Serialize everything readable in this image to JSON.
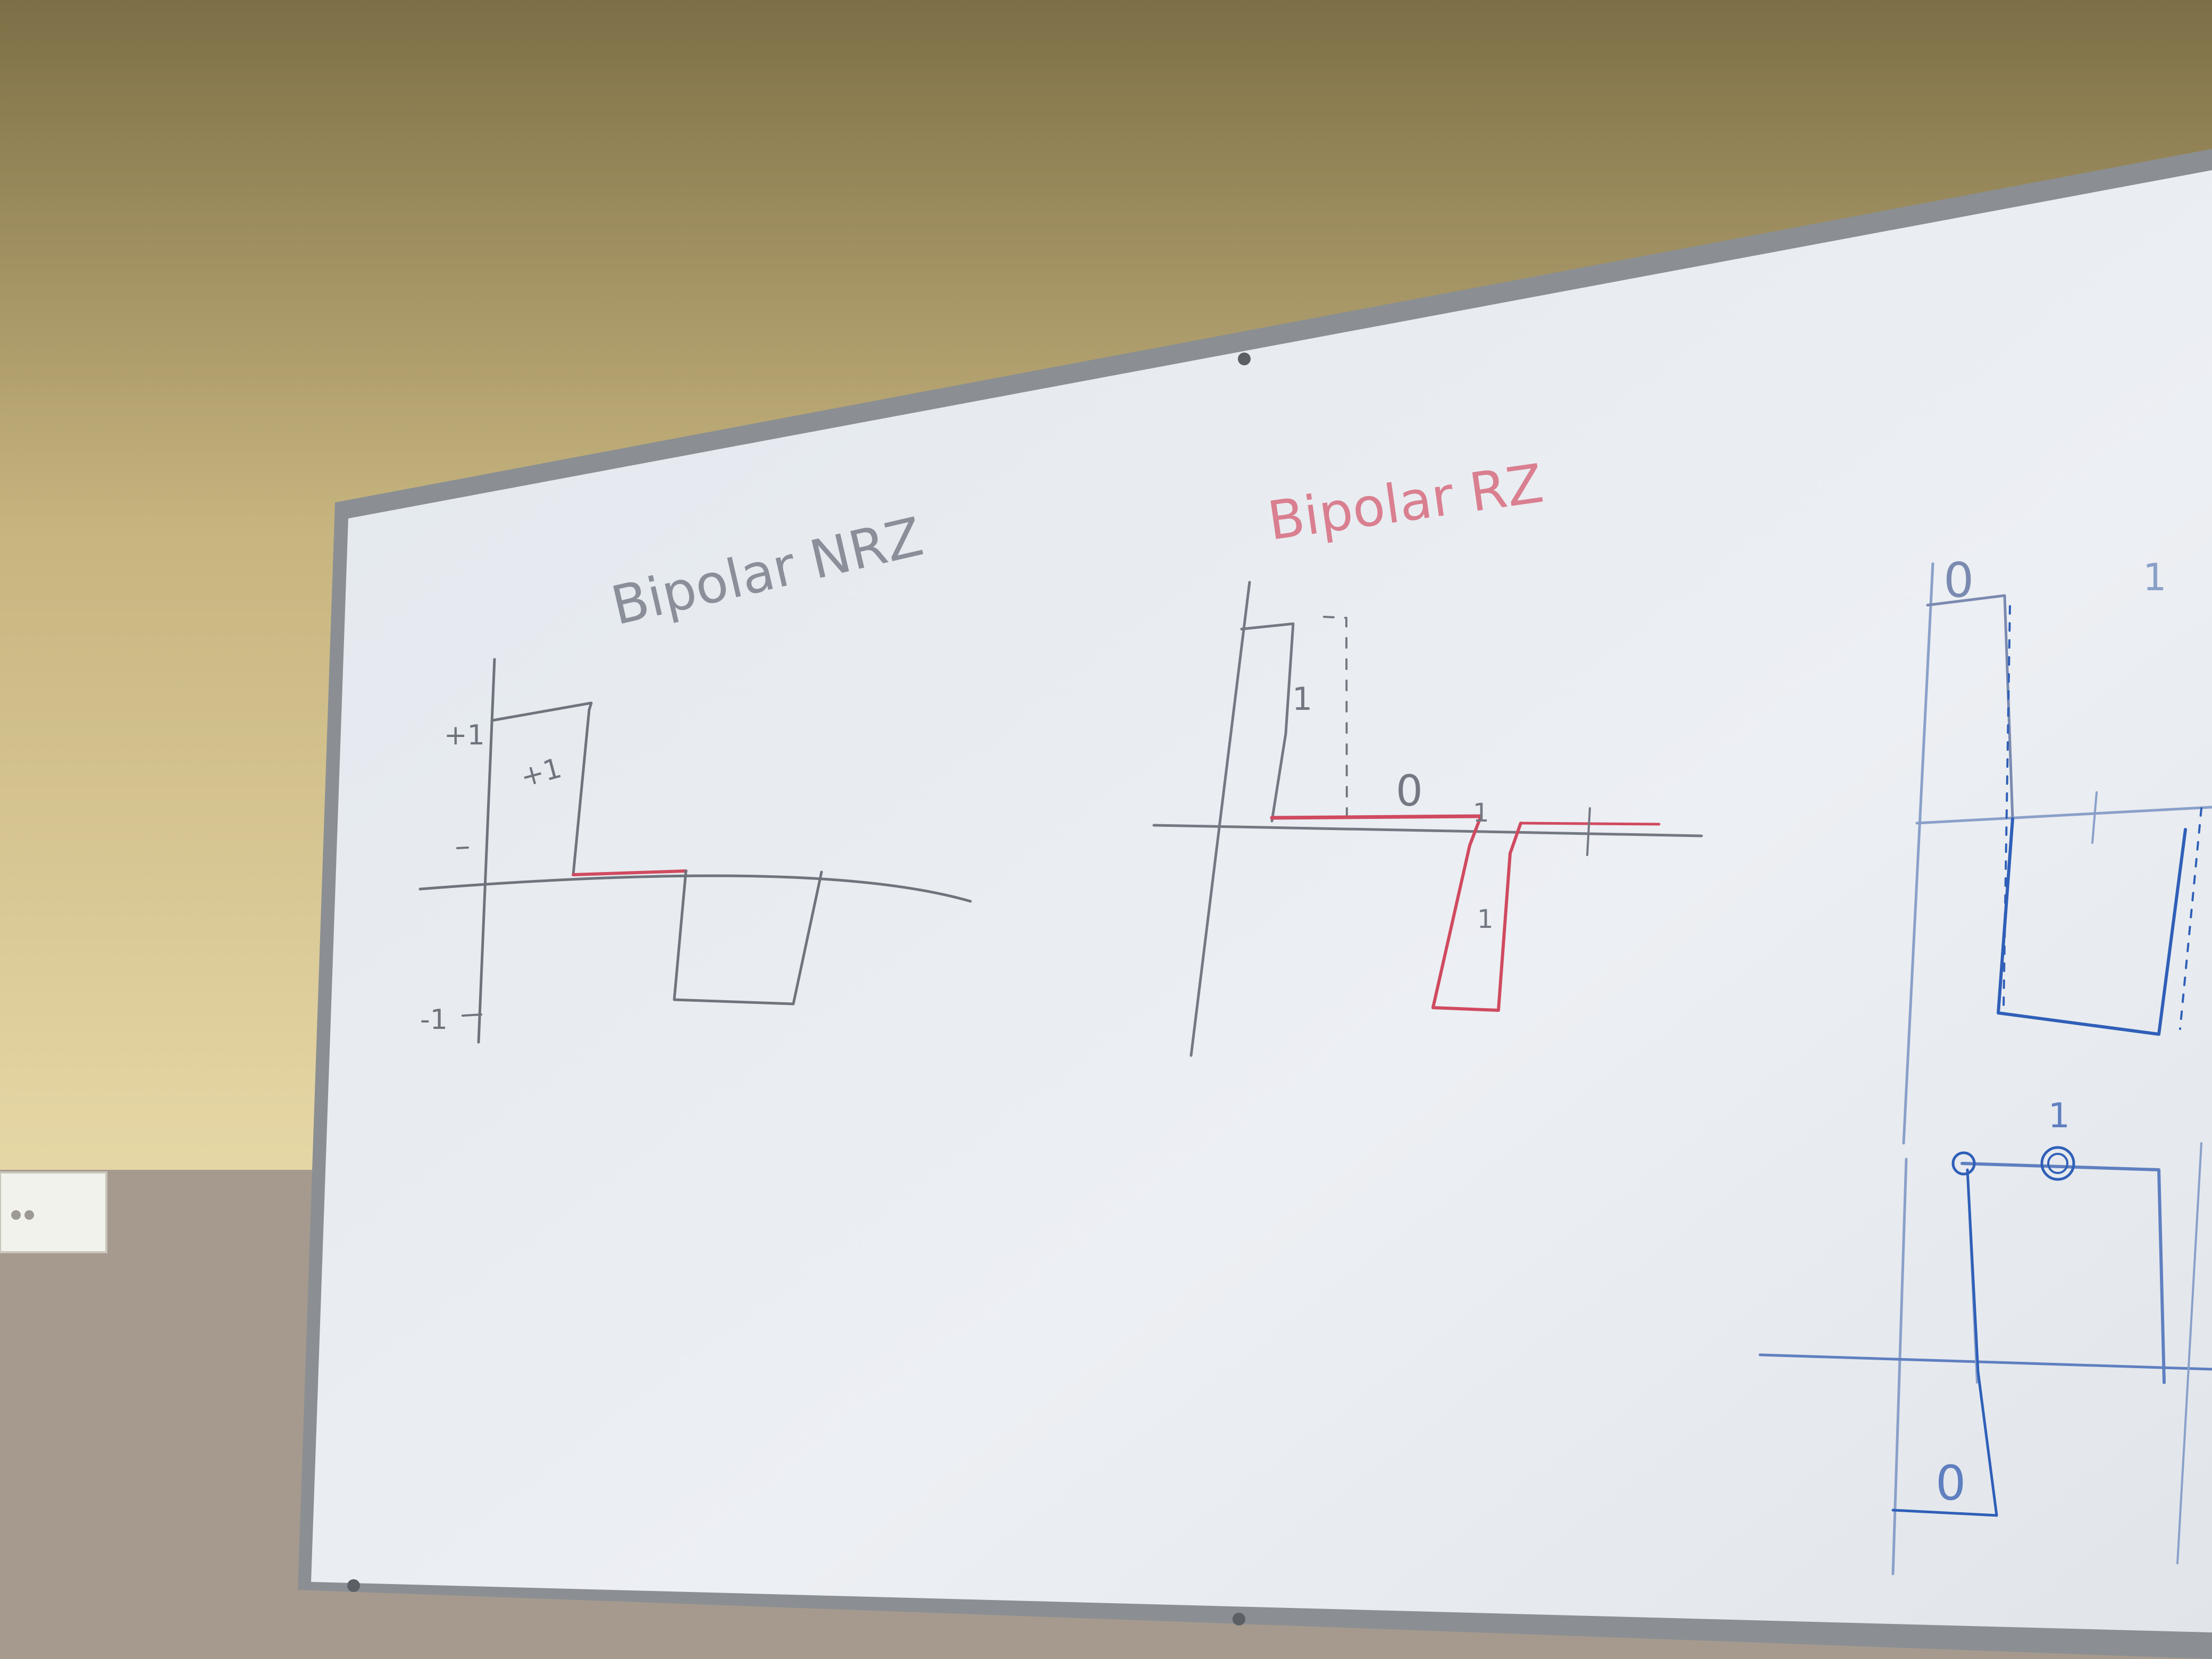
{
  "scene": {
    "wall_colors": {
      "upper_top": "#7d6f46",
      "upper_bottom": "#e6d7a6",
      "lower": "#a69a8e"
    },
    "board_colors": {
      "surface": "#e8ecf0",
      "frame": "#8b8f93"
    },
    "ink_colors": {
      "gray": "#6b6f79",
      "red": "#d04a60",
      "blue": "#2f5fb8"
    },
    "switch_plate": {
      "color": "#f2f2ec"
    }
  },
  "whiteboard": {
    "title_left": "Bipolar NRZ",
    "title_middle": "Bipolar RZ",
    "left_labels": {
      "plus_one_axis": "+1",
      "plus_one_pulse": "+1",
      "minus_one_axis": "-1"
    },
    "middle_labels": {
      "bit_one_first": "1",
      "bit_zero": "0",
      "bit_one_second": "1",
      "bit_one_third": "1"
    },
    "right_labels": {
      "top_zero": "0",
      "top_one": "1",
      "bottom_one": "1",
      "bottom_zero": "0"
    }
  }
}
